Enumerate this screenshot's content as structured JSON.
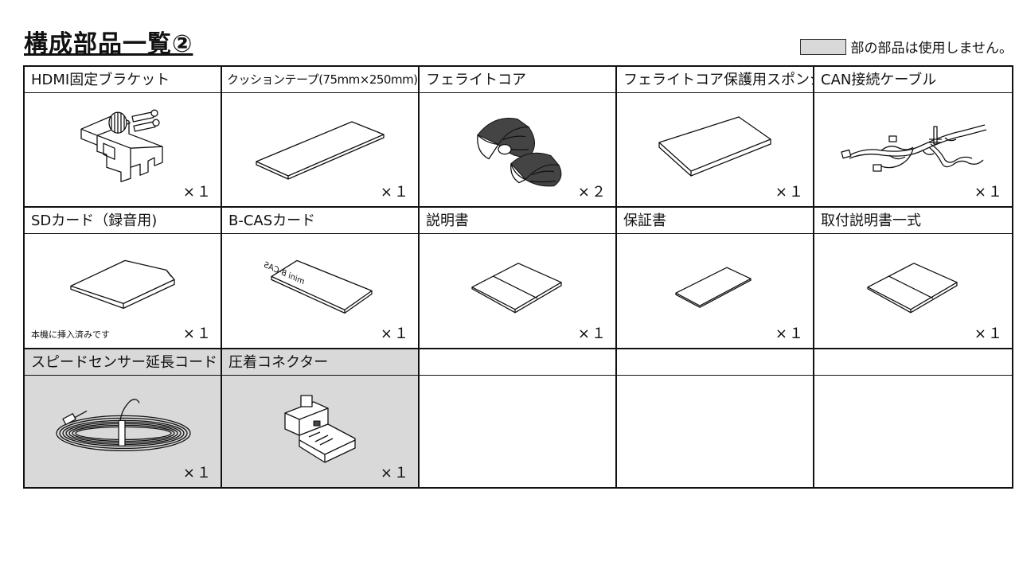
{
  "title": "構成部品一覧②",
  "legend": {
    "text": "部の部品は使用しません。",
    "swatch_color": "#d9d9d9"
  },
  "parts": [
    {
      "label": "HDMI固定ブラケット",
      "qty": "×１",
      "icon": "hdmi-bracket-icon",
      "unused": false
    },
    {
      "label": "クッションテープ(75mm×250mm)",
      "qty": "×１",
      "icon": "cushion-tape-icon",
      "unused": false
    },
    {
      "label": "フェライトコア",
      "qty": "×２",
      "icon": "ferrite-core-icon",
      "unused": false
    },
    {
      "label": "フェライトコア保護用スポンジ",
      "qty": "×１",
      "icon": "sponge-icon",
      "unused": false
    },
    {
      "label": "CAN接続ケーブル",
      "qty": "×１",
      "icon": "can-cable-icon",
      "unused": false
    },
    {
      "label": "SDカード（録音用)",
      "qty": "×１",
      "note": "本機に挿入済みです",
      "icon": "sd-card-icon",
      "unused": false
    },
    {
      "label": "B-CASカード",
      "qty": "×１",
      "icon": "bcas-card-icon",
      "card_text": "mini B-CAS",
      "unused": false
    },
    {
      "label": "説明書",
      "qty": "×１",
      "icon": "manual-icon",
      "unused": false
    },
    {
      "label": "保証書",
      "qty": "×１",
      "icon": "warranty-icon",
      "unused": false
    },
    {
      "label": "取付説明書一式",
      "qty": "×１",
      "icon": "install-manual-icon",
      "unused": false
    },
    {
      "label": "スピードセンサー延長コード",
      "qty": "×１",
      "icon": "speed-sensor-cord-icon",
      "unused": true
    },
    {
      "label": "圧着コネクター",
      "qty": "×１",
      "icon": "crimp-connector-icon",
      "unused": true
    }
  ]
}
